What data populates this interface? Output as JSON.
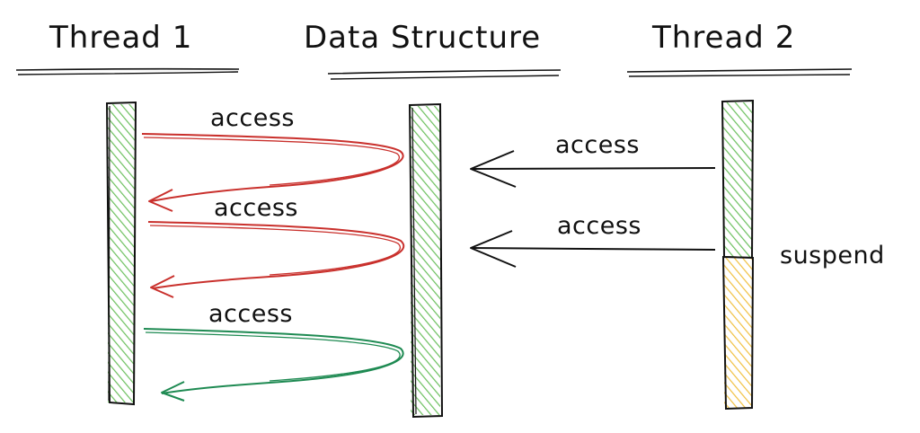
{
  "columns": {
    "thread1": {
      "title": "Thread 1"
    },
    "data_structure": {
      "title": "Data Structure"
    },
    "thread2": {
      "title": "Thread 2"
    }
  },
  "messages": {
    "t1_access_1": "access",
    "t1_access_2": "access",
    "t1_access_3": "access",
    "t2_access_1": "access",
    "t2_access_2": "access"
  },
  "states": {
    "t2_suspend": "suspend"
  },
  "colors": {
    "activation_fill": "#6cc05e",
    "suspend_fill": "#f0c040",
    "conflict_arrow": "#c9302c",
    "success_arrow": "#1e8a52",
    "request_arrow": "#111111",
    "ink": "#111111"
  },
  "icons": {
    "hatch": "diagonal-hatch-pattern"
  }
}
